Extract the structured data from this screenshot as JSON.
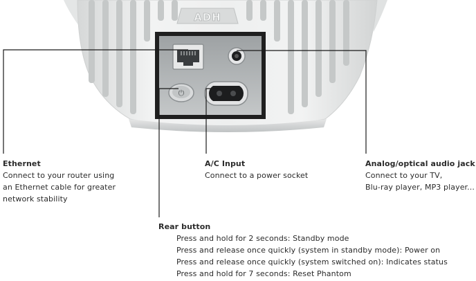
{
  "device": {
    "brand_mark": "ADH"
  },
  "callouts": {
    "ethernet": {
      "title": "Ethernet",
      "lines": [
        "Connect to your router using",
        "an Ethernet cable for greater",
        "network stability"
      ]
    },
    "ac_input": {
      "title": "A/C Input",
      "lines": [
        "Connect to a power socket"
      ]
    },
    "analog_jack": {
      "title": "Analog/optical audio jack",
      "lines": [
        "Connect to your TV,",
        "Blu-ray player, MP3 player..."
      ]
    },
    "rear_button": {
      "title": "Rear button",
      "lines": [
        "Press and hold for 2 seconds: Standby mode",
        "Press and release once quickly (system in standby mode): Power on",
        "Press and release once quickly (system switched on): Indicates status",
        "Press and hold for 7 seconds: Reset Phantom"
      ]
    }
  },
  "colors": {
    "text": "#2a2a2a",
    "leader": "#1a1a1a",
    "shell": "#e9eaea",
    "fin": "#c9cbcb",
    "panel": "#1f1f1f"
  }
}
